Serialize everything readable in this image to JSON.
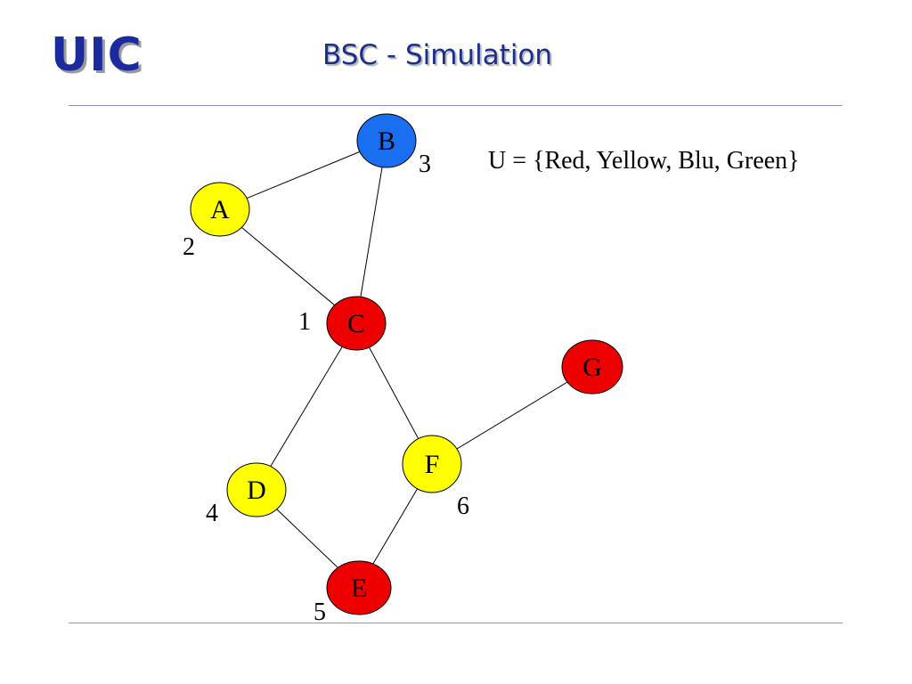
{
  "header": {
    "logo": "UIC",
    "title": "BSC - Simulation"
  },
  "set_definition": "U = {Red, Yellow, Blu, Green}",
  "colors": {
    "red": "#ee0000",
    "yellow": "#ffff00",
    "blue": "#1a6ff0",
    "accent": "#1b2a9c",
    "rule": "#8a91c8"
  },
  "graph": {
    "nodes": [
      {
        "id": "A",
        "label": "A",
        "order": "2",
        "color": "yellow"
      },
      {
        "id": "B",
        "label": "B",
        "order": "3",
        "color": "blue"
      },
      {
        "id": "C",
        "label": "C",
        "order": "1",
        "color": "red"
      },
      {
        "id": "D",
        "label": "D",
        "order": "4",
        "color": "yellow"
      },
      {
        "id": "E",
        "label": "E",
        "order": "5",
        "color": "red"
      },
      {
        "id": "F",
        "label": "F",
        "order": "6",
        "color": "yellow"
      },
      {
        "id": "G",
        "label": "G",
        "order": "",
        "color": "red"
      }
    ],
    "edges": [
      [
        "A",
        "B"
      ],
      [
        "A",
        "C"
      ],
      [
        "B",
        "C"
      ],
      [
        "C",
        "D"
      ],
      [
        "C",
        "F"
      ],
      [
        "D",
        "E"
      ],
      [
        "F",
        "E"
      ],
      [
        "F",
        "G"
      ]
    ]
  }
}
